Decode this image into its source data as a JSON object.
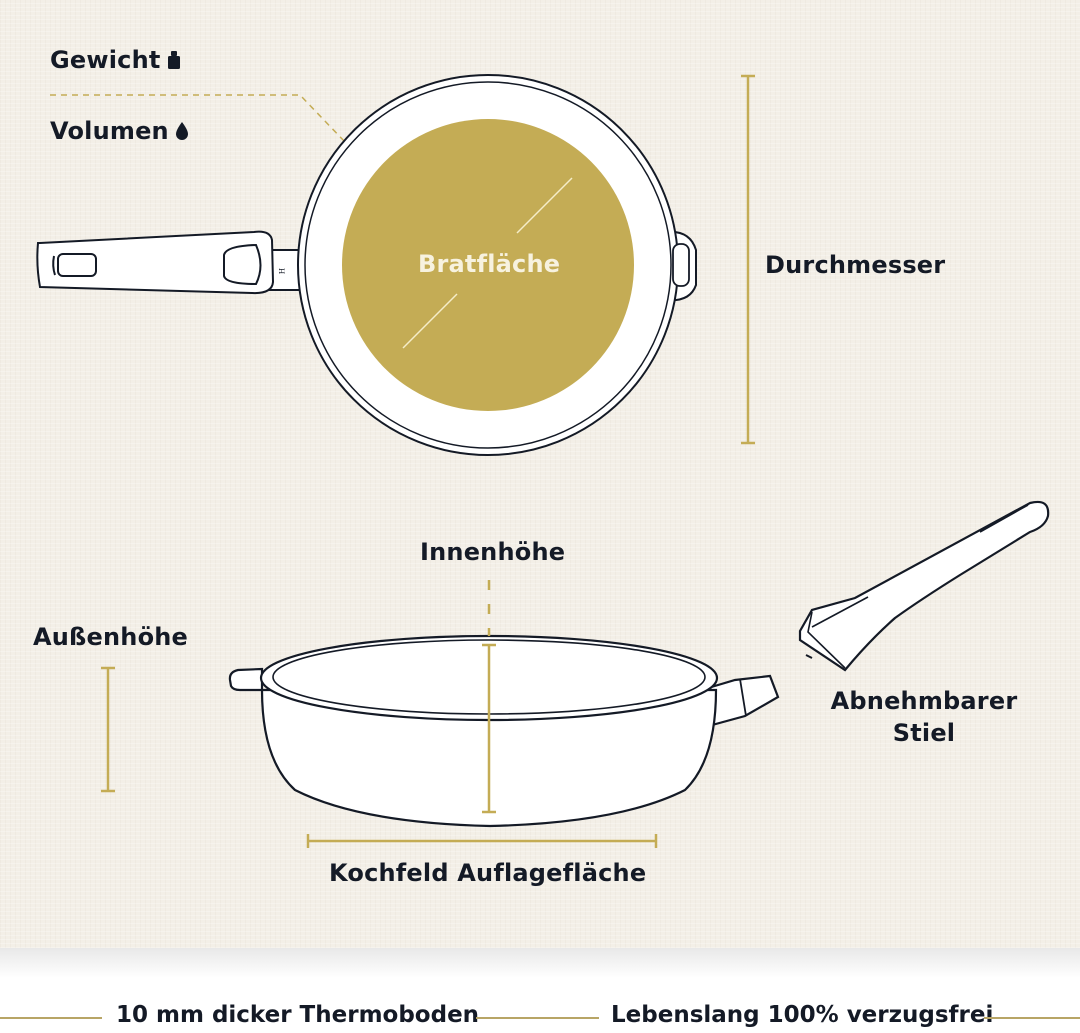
{
  "labels": {
    "gewicht": "Gewicht",
    "volumen": "Volumen",
    "bratflaeche": "Bratfläche",
    "durchmesser": "Durchmesser",
    "innenhoehe": "Innenhöhe",
    "aussenhoehe": "Außenhöhe",
    "abnehmbarer_stiel_line1": "Abnehmbarer",
    "abnehmbarer_stiel_line2": "Stiel",
    "kochfeld": "Kochfeld Auflagefläche"
  },
  "icons": {
    "gewicht": "weight-icon",
    "volumen": "droplet-icon"
  },
  "footer": {
    "left": "10 mm dicker Thermoboden",
    "right": "Lebenslang 100% verzugsfrei"
  },
  "colors": {
    "gold": "#c4ac55",
    "gold_line": "#b8a566",
    "ink": "#141a26",
    "background": "#f3efe7"
  }
}
